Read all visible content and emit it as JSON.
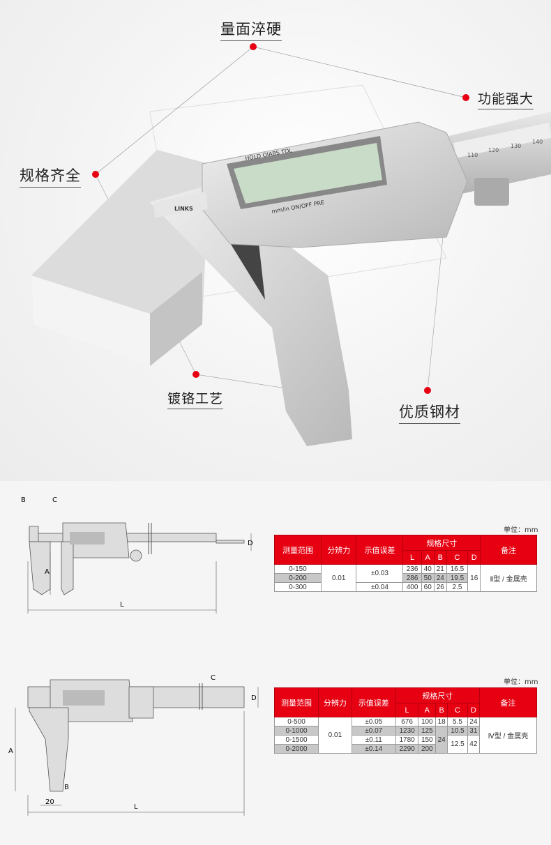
{
  "hero": {
    "callouts": [
      "量面淬硬",
      "功能强大",
      "规格齐全",
      "镀铬工艺",
      "优质钢材"
    ],
    "caliper_text": {
      "brand": "LINKS",
      "buttons_top": [
        "HOLD",
        "OIABS",
        "TOL"
      ],
      "buttons_bottom": [
        "mm/in",
        "ON/OFF",
        "PRE"
      ],
      "scale": [
        "110",
        "120",
        "130",
        "140"
      ]
    },
    "accent": "#e60012"
  },
  "diagram1": {
    "labels": {
      "b": "B",
      "c": "C",
      "d": "D",
      "a": "A",
      "l": "L"
    }
  },
  "diagram2": {
    "labels": {
      "c": "C",
      "d": "D",
      "a": "A",
      "b": "B",
      "w": "20",
      "l": "L"
    }
  },
  "table1": {
    "unit": "单位：mm",
    "headers": {
      "range": "测量范围",
      "resolution": "分辨力",
      "error": "示值误差",
      "spec": "规格尺寸",
      "L": "L",
      "A": "A",
      "B": "B",
      "C": "C",
      "D": "D",
      "remark": "备注"
    },
    "rows": [
      {
        "range": "0-150",
        "L": "236",
        "A": "40",
        "B": "21",
        "C": "16.5"
      },
      {
        "range": "0-200",
        "L": "286",
        "A": "50",
        "B": "24",
        "C": "19.5"
      },
      {
        "range": "0-300",
        "L": "400",
        "A": "60",
        "B": "26",
        "C": "2.5"
      }
    ],
    "resolution": "0.01",
    "error_a": "±0.03",
    "error_b": "±0.04",
    "D": "16",
    "remark": "Ⅱ型 / 金属壳"
  },
  "table2": {
    "unit": "单位：mm",
    "headers": {
      "range": "测量范围",
      "resolution": "分辨力",
      "error": "示值误差",
      "spec": "规格尺寸",
      "L": "L",
      "A": "A",
      "B": "B",
      "C": "C",
      "D": "D",
      "remark": "备注"
    },
    "rows": [
      {
        "range": "0-500",
        "error": "±0.05",
        "L": "676",
        "A": "100",
        "B": "18",
        "C": "5.5",
        "D": "24"
      },
      {
        "range": "0-1000",
        "error": "±0.07",
        "L": "1230",
        "A": "125",
        "C": "10.5",
        "D": "31"
      },
      {
        "range": "0-1500",
        "error": "±0.11",
        "L": "1780",
        "A": "150"
      },
      {
        "range": "0-2000",
        "error": "±0.14",
        "L": "2290",
        "A": "200"
      }
    ],
    "resolution": "0.01",
    "B_merged": "24",
    "C_merged": "12.5",
    "D_merged": "42",
    "remark": "Ⅳ型 / 金属壳"
  }
}
